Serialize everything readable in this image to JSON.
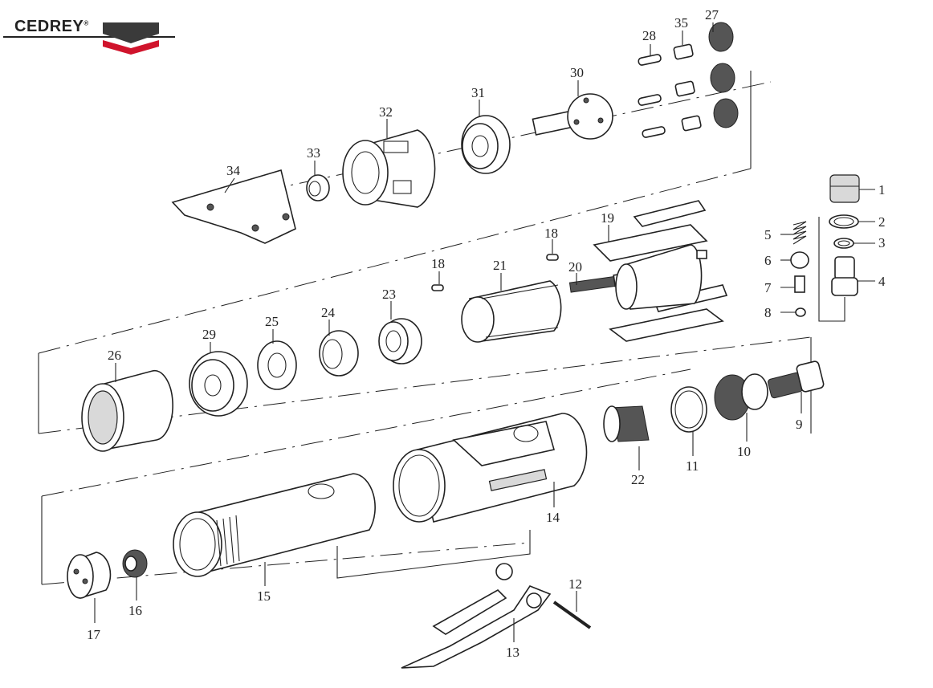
{
  "brand": {
    "name": "CEDREY",
    "mark": "®"
  },
  "callouts": [
    {
      "id": "1",
      "label": "1"
    },
    {
      "id": "2",
      "label": "2"
    },
    {
      "id": "3",
      "label": "3"
    },
    {
      "id": "4",
      "label": "4"
    },
    {
      "id": "5",
      "label": "5"
    },
    {
      "id": "6",
      "label": "6"
    },
    {
      "id": "7",
      "label": "7"
    },
    {
      "id": "8",
      "label": "8"
    },
    {
      "id": "9",
      "label": "9"
    },
    {
      "id": "10",
      "label": "10"
    },
    {
      "id": "11",
      "label": "11"
    },
    {
      "id": "12",
      "label": "12"
    },
    {
      "id": "13",
      "label": "13"
    },
    {
      "id": "14",
      "label": "14"
    },
    {
      "id": "15",
      "label": "15"
    },
    {
      "id": "16",
      "label": "16"
    },
    {
      "id": "17",
      "label": "17"
    },
    {
      "id": "18a",
      "label": "18"
    },
    {
      "id": "18b",
      "label": "18"
    },
    {
      "id": "19",
      "label": "19"
    },
    {
      "id": "20",
      "label": "20"
    },
    {
      "id": "21",
      "label": "21"
    },
    {
      "id": "22",
      "label": "22"
    },
    {
      "id": "23",
      "label": "23"
    },
    {
      "id": "24",
      "label": "24"
    },
    {
      "id": "25",
      "label": "25"
    },
    {
      "id": "26",
      "label": "26"
    },
    {
      "id": "27",
      "label": "27"
    },
    {
      "id": "28",
      "label": "28"
    },
    {
      "id": "29",
      "label": "29"
    },
    {
      "id": "30",
      "label": "30"
    },
    {
      "id": "31",
      "label": "31"
    },
    {
      "id": "32",
      "label": "32"
    },
    {
      "id": "33",
      "label": "33"
    },
    {
      "id": "34",
      "label": "34"
    },
    {
      "id": "35",
      "label": "35"
    }
  ],
  "colors": {
    "logo_dark": "#3a3a3a",
    "logo_red": "#d0142c",
    "line": "#222222"
  }
}
